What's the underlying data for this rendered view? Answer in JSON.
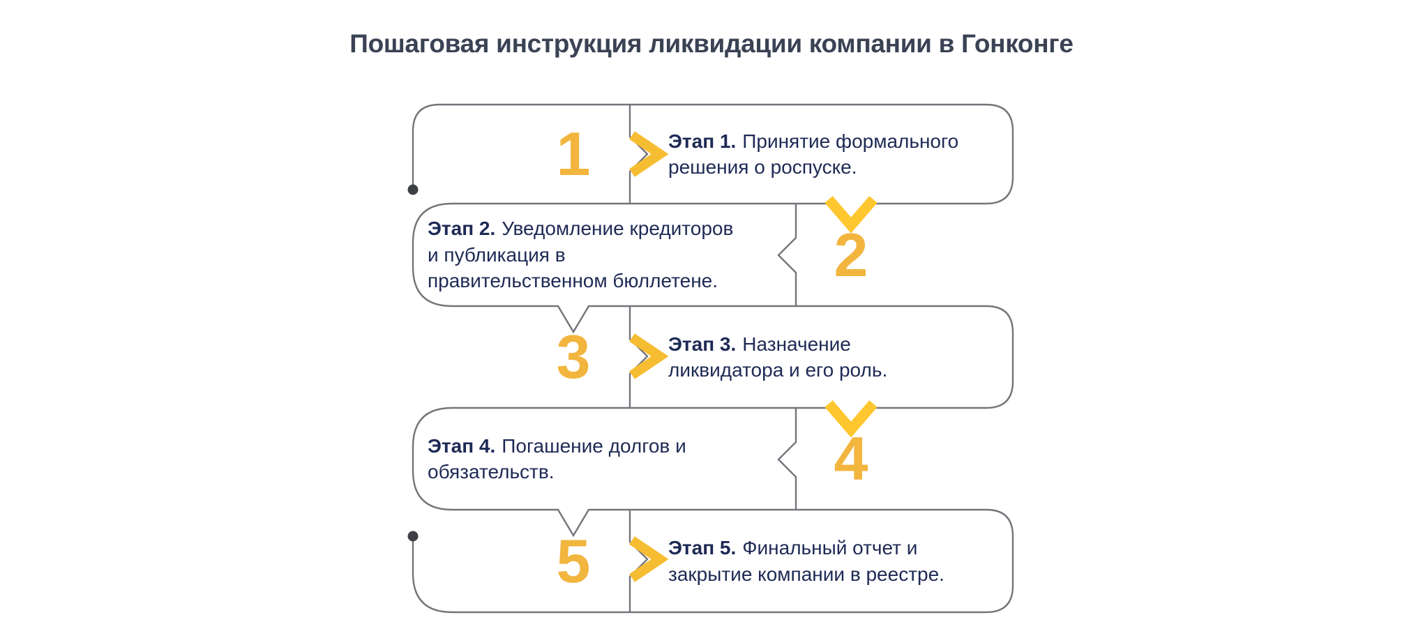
{
  "title": "Пошаговая инструкция ликвидации компании в Гонконге",
  "steps": [
    {
      "number": "1",
      "label": "Этап 1.",
      "text": "Принятие формального\nрешения о роспуске."
    },
    {
      "number": "2",
      "label": "Этап 2.",
      "text": "Уведомление кредиторов\nи публикация в\nправительственном бюллетене."
    },
    {
      "number": "3",
      "label": "Этап 3.",
      "text": "Назначение\nликвидатора и его роль."
    },
    {
      "number": "4",
      "label": "Этап 4.",
      "text": "Погашение долгов и\nобязательств."
    },
    {
      "number": "5",
      "label": "Этап 5.",
      "text": "Финальный отчет и\nзакрытие компании в реестре."
    }
  ],
  "colors": {
    "background": "#FFFFFF",
    "title_text": "#3A4254",
    "step_text": "#1E2A55",
    "number_gold": "#F2B53E",
    "chevron_right_gold": "#F7BD32",
    "chevron_down_yellow": "#FEC62F",
    "outline_gray": "#74747B",
    "dot_dark": "#3E4045"
  }
}
